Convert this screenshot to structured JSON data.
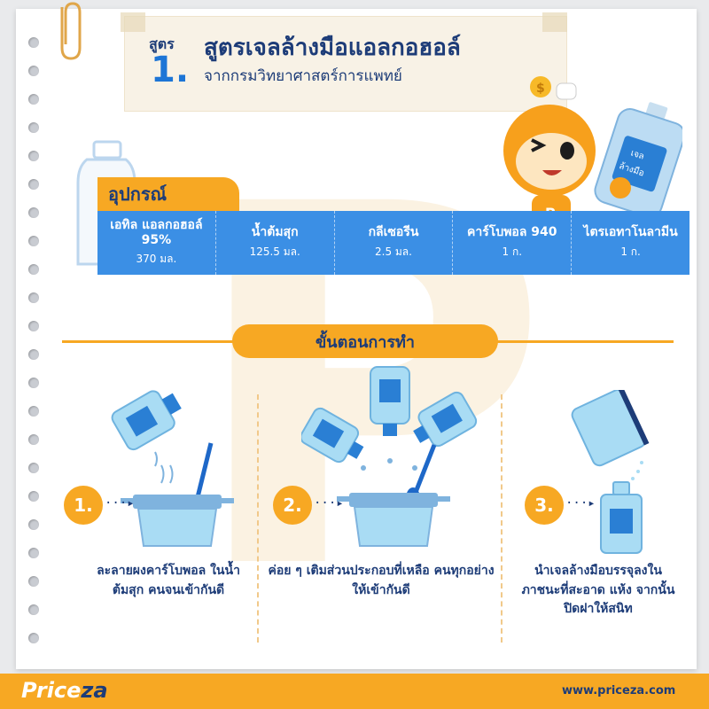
{
  "header": {
    "formula_label": "สูตร",
    "formula_number": "1.",
    "title": "สูตรเจลล้างมือแอลกอฮอล์",
    "subtitle": "จากกรมวิทยาศาสตร์การแพทย์"
  },
  "mascot": {
    "bottle_label": "เจล ล้างมือ"
  },
  "equipment": {
    "title": "อุปกรณ์",
    "items": [
      {
        "name": "เอทิล แอลกอฮอล์ 95%",
        "qty": "370 มล."
      },
      {
        "name": "น้ำต้มสุก",
        "qty": "125.5 มล."
      },
      {
        "name": "กลีเซอรีน",
        "qty": "2.5 มล."
      },
      {
        "name": "คาร์โบพอล 940",
        "qty": "1 ก."
      },
      {
        "name": "ไตรเอทาโนลามีน",
        "qty": "1 ก."
      }
    ]
  },
  "steps": {
    "title": "ขั้นตอนการทำ",
    "items": [
      {
        "number": "1.",
        "text": "ละลายผงคาร์โบพอล ในน้ำต้มสุก คนจนเข้ากันดี"
      },
      {
        "number": "2.",
        "text": "ค่อย ๆ เติมส่วนประกอบที่เหลือ คนทุกอย่างให้เข้ากันดี"
      },
      {
        "number": "3.",
        "text": "นำเจลล้างมือบรรจุลงใน ภาชนะที่สะอาด แห้ง จากนั้นปิดฝาให้สนิท"
      }
    ]
  },
  "footer": {
    "logo_main": "Price",
    "logo_accent": "za",
    "website": "www.priceza.com"
  },
  "colors": {
    "orange": "#f7a823",
    "blue": "#3b8fe5",
    "navy": "#1d3c78",
    "light_blue": "#a9dcf4"
  },
  "icons": [
    "paperclip-icon",
    "mascot-icon",
    "gel-bottle-icon",
    "pot-icon",
    "pouring-bottle-icon",
    "spoon-icon",
    "pump-bottle-icon"
  ]
}
